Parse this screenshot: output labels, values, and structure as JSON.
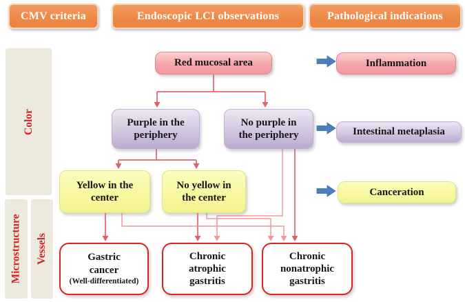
{
  "figure": {
    "headers": [
      {
        "label": "CMV criteria"
      },
      {
        "label": "Endoscopic LCI observations"
      },
      {
        "label": "Pathological indications"
      }
    ],
    "criteria": {
      "color": "Color",
      "microstructure": "Microstructure",
      "vessels": "Vessels"
    },
    "observations": {
      "red_mucosal": "Red mucosal area",
      "purple_periphery": "Purple in the periphery",
      "no_purple_periphery": "No purple in the periphery",
      "yellow_center": "Yellow in the center",
      "no_yellow_center": "No yellow in the center"
    },
    "diagnoses": {
      "gastric_cancer": "Gastric cancer",
      "gastric_cancer_note": "(Well-differentiated)",
      "chronic_atrophic": "Chronic atrophic gastritis",
      "chronic_nonatrophic": "Chronic nonatrophic gastritis"
    },
    "indications": {
      "inflammation": "Inflammation",
      "intestinal_metaplasia": "Intestinal metaplasia",
      "canceration": "Canceration"
    },
    "colors": {
      "header_orange": "#ee8845",
      "node_pink": "#f2a1a7",
      "node_purple": "#c3b2d4",
      "node_yellow": "#f7f79e",
      "diagnosis_border_red": "#e02020",
      "connector_red": "#e2606a",
      "connector_salmon": "#f09a9d",
      "arrow_blue": "#4a7ebc",
      "sidebar_background": "#ebeadd",
      "sidebar_text_red": "#cf2427"
    }
  }
}
